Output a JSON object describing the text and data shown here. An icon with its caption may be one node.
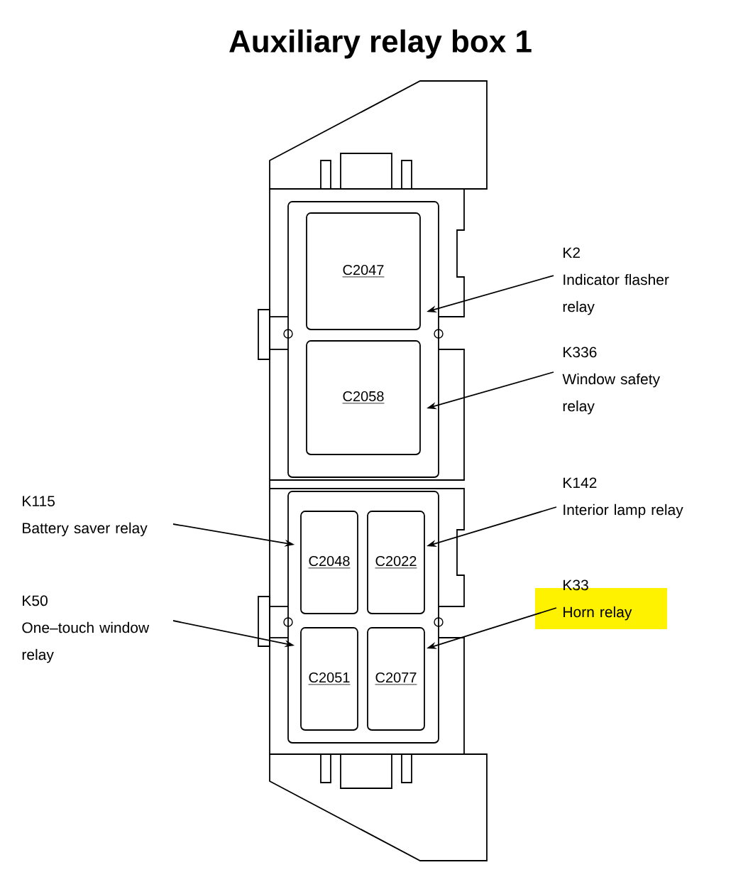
{
  "diagram": {
    "title": "Auxiliary relay box 1",
    "nodes": [
      {
        "text": [
          "C2047"
        ]
      },
      {
        "text": [
          "K2",
          "Indicator flasher relay"
        ]
      },
      {
        "text": [
          "C2058"
        ]
      },
      {
        "text": [
          "K336",
          "Window safety relay"
        ]
      },
      {
        "text": [
          "K115",
          "Battery saver relay"
        ]
      },
      {
        "text": [
          "C2048"
        ]
      },
      {
        "text": [
          "C2022"
        ]
      },
      {
        "text": [
          "K142",
          "Interior lamp relay"
        ]
      },
      {
        "text": [
          "K50",
          "One–touch window relay"
        ]
      },
      {
        "text": [
          "C2051"
        ]
      },
      {
        "text": [
          "C2077"
        ]
      },
      {
        "text": [
          "K33",
          "Horn relay"
        ]
      }
    ],
    "edges": [
      {
        "from": 1,
        "to": 0,
        "arrow": "to"
      },
      {
        "from": 3,
        "to": 2,
        "arrow": "to"
      },
      {
        "from": 4,
        "to": 5,
        "arrow": "to"
      },
      {
        "from": 7,
        "to": 6,
        "arrow": "to"
      },
      {
        "from": 8,
        "to": 9,
        "arrow": "to"
      },
      {
        "from": 11,
        "to": 10,
        "arrow": "to"
      }
    ]
  }
}
